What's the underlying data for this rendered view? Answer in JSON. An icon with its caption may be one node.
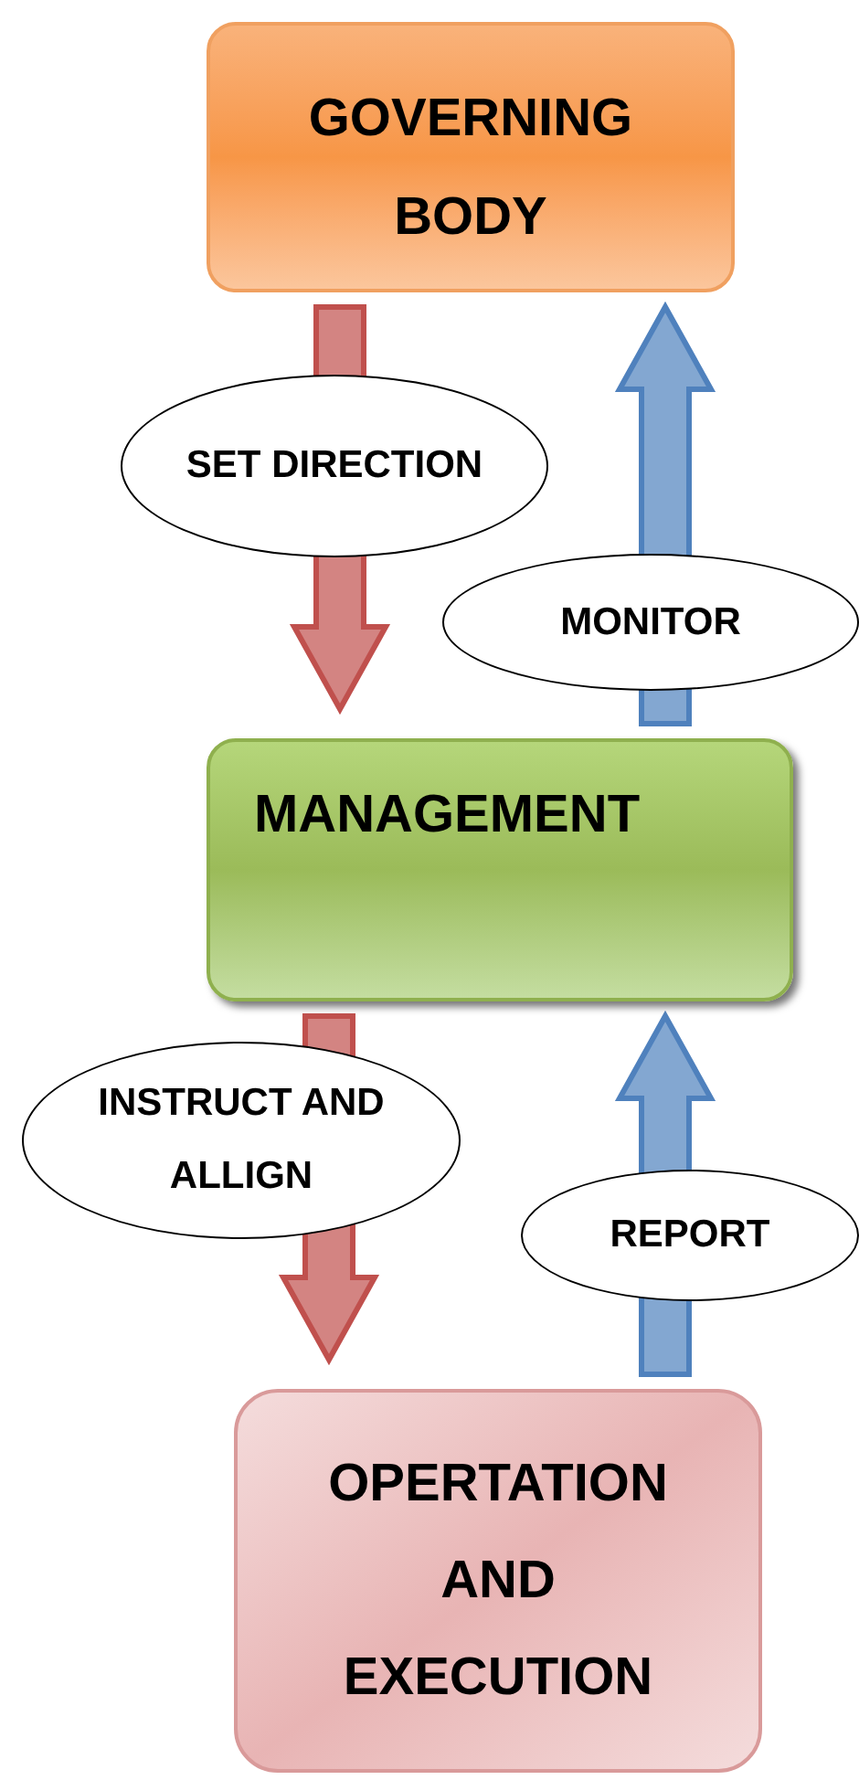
{
  "diagram": {
    "nodes": [
      {
        "text": [
          "GOVERNING BODY"
        ]
      },
      {
        "text": [
          "MANAGEMENT"
        ]
      },
      {
        "text": [
          "OPERTATION AND EXECUTION"
        ]
      }
    ],
    "edges": [
      {
        "from": 0,
        "to": 1,
        "arrow": "to",
        "label": "SET DIRECTION",
        "color": "#c0504d"
      },
      {
        "from": 1,
        "to": 0,
        "arrow": "to",
        "label": "MONITOR",
        "color": "#4f81bd"
      },
      {
        "from": 1,
        "to": 2,
        "arrow": "to",
        "label": "INSTRUCT AND ALLIGN",
        "color": "#c0504d"
      },
      {
        "from": 2,
        "to": 1,
        "arrow": "to",
        "label": "REPORT",
        "color": "#4f81bd"
      }
    ]
  }
}
